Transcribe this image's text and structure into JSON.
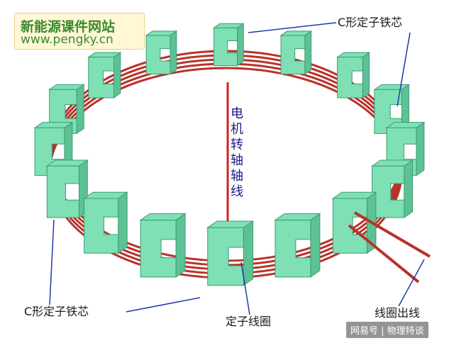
{
  "brand": {
    "line1": "新能源课件网站",
    "line2": "www.pengky.cn"
  },
  "labels": {
    "core_top_right": "C形定子铁芯",
    "core_bottom_left": "C形定子铁芯",
    "stator_coil": "定子线圈",
    "coil_leads": "线圈出线",
    "rotor_axis": "电机转轴轴线"
  },
  "watermark": "网易号 | 物理特谈",
  "colors": {
    "core_front": "#7ee0b4",
    "core_side": "#5cc295",
    "core_dark": "#3e9c73",
    "coil": "#b8322a",
    "axis": "#d0201c",
    "leader": "#1f3aa8"
  }
}
